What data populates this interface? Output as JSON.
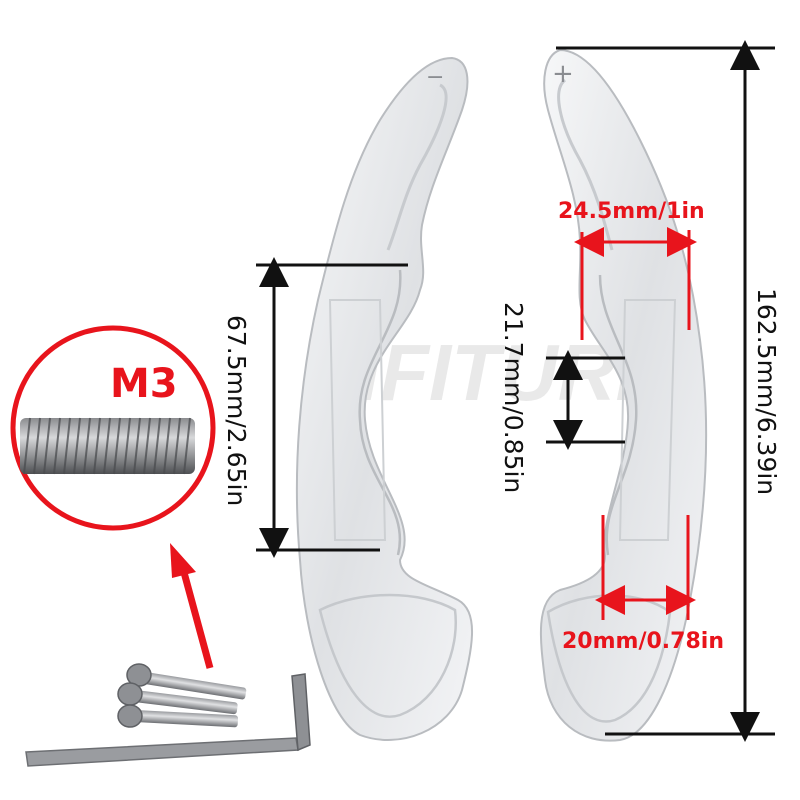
{
  "watermark": "INFITURE",
  "callout": {
    "thread_label": "M3"
  },
  "paddles": {
    "left_symbol": "−",
    "right_symbol": "+"
  },
  "dimensions": {
    "left_height": "67.5mm/2.65in",
    "top_width": "24.5mm/1in",
    "gap": "21.7mm/0.85in",
    "total_height": "162.5mm/6.39in",
    "bottom_width": "20mm/0.78in"
  },
  "colors": {
    "accent_red": "#e8141c",
    "metal": "#e9eaec"
  }
}
